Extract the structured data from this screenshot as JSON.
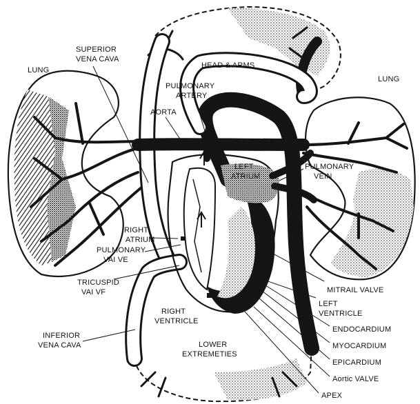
{
  "labels": {
    "lung_left": "LUNG",
    "lung_right": "LUNG",
    "superior_vena_cava": [
      "SUPERIOR",
      "VENA CAVA"
    ],
    "head_arms": "HEAD & ARMS",
    "pulmonary_artery": [
      "PULMONARY",
      "ARTERY"
    ],
    "aorta": "AORTA",
    "left_atrium": [
      "LEFT",
      "ATRIUM"
    ],
    "pulmonary_vein": [
      "PULMONARY",
      "VEIN"
    ],
    "right_atrium": [
      "RIGHT",
      "ATRIUM"
    ],
    "pulmonary_valve": [
      "PULMONARY",
      "VAI VE"
    ],
    "tricuspid_valve": [
      "TRICUSPID",
      "VAI VF"
    ],
    "right_ventricle": [
      "RIGHT",
      "VENTRICLE"
    ],
    "inferior_vena_cava": [
      "INFERIOR",
      "VENA CAVA"
    ],
    "lower_extremeties": [
      "LOWER",
      "EXTREMETIES"
    ],
    "mitrail_valve": "MITRAIL VALVE",
    "left_ventricle": [
      "LEFT",
      "VENTRICLE"
    ],
    "endocardium": "ENDOCARDIUM",
    "myocardium": "MYOCARDIUM",
    "epicardium": "EPICARDIUM",
    "aortic_valve": "Aortic  VALVE",
    "apex": "APEX"
  },
  "colors": {
    "ink": "#151515",
    "paper": "#ffffff",
    "stipple": "#b8b8b8"
  }
}
